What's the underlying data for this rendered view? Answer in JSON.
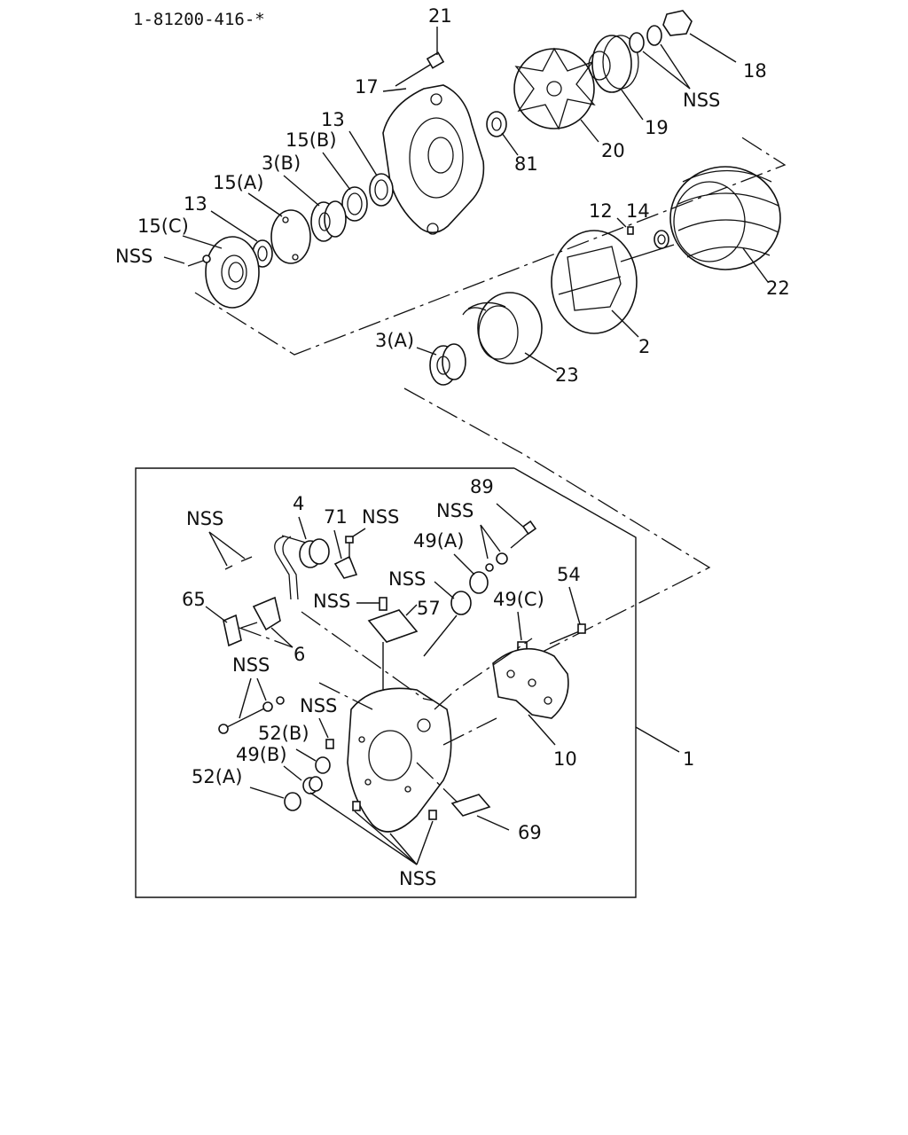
{
  "diagram": {
    "ref_number": "1-81200-416-*",
    "labels": {
      "l21": "21",
      "l17": "17",
      "l13a": "13",
      "l15b": "15(B)",
      "l3b": "3(B)",
      "l15a": "15(A)",
      "l13b": "13",
      "l15c": "15(C)",
      "lnss_top": "NSS",
      "l18": "18",
      "lnss_washer": "NSS",
      "l19": "19",
      "l20": "20",
      "l81": "81",
      "l12": "12",
      "l14": "14",
      "l22": "22",
      "l2": "2",
      "l3a": "3(A)",
      "l23": "23",
      "l89": "89",
      "lnss89": "NSS",
      "l49a": "49(A)",
      "lnss_a": "NSS",
      "l4": "4",
      "l71": "71",
      "lnss71": "NSS",
      "lnss_b": "NSS",
      "l57": "57",
      "l54": "54",
      "l49c": "49(C)",
      "l65": "65",
      "l6": "6",
      "lnss_c": "NSS",
      "lnss_d": "NSS",
      "l52b": "52(B)",
      "l49b": "49(B)",
      "l52a": "52(A)",
      "l10": "10",
      "l1": "1",
      "l69": "69",
      "lnss_bottom": "NSS"
    }
  }
}
